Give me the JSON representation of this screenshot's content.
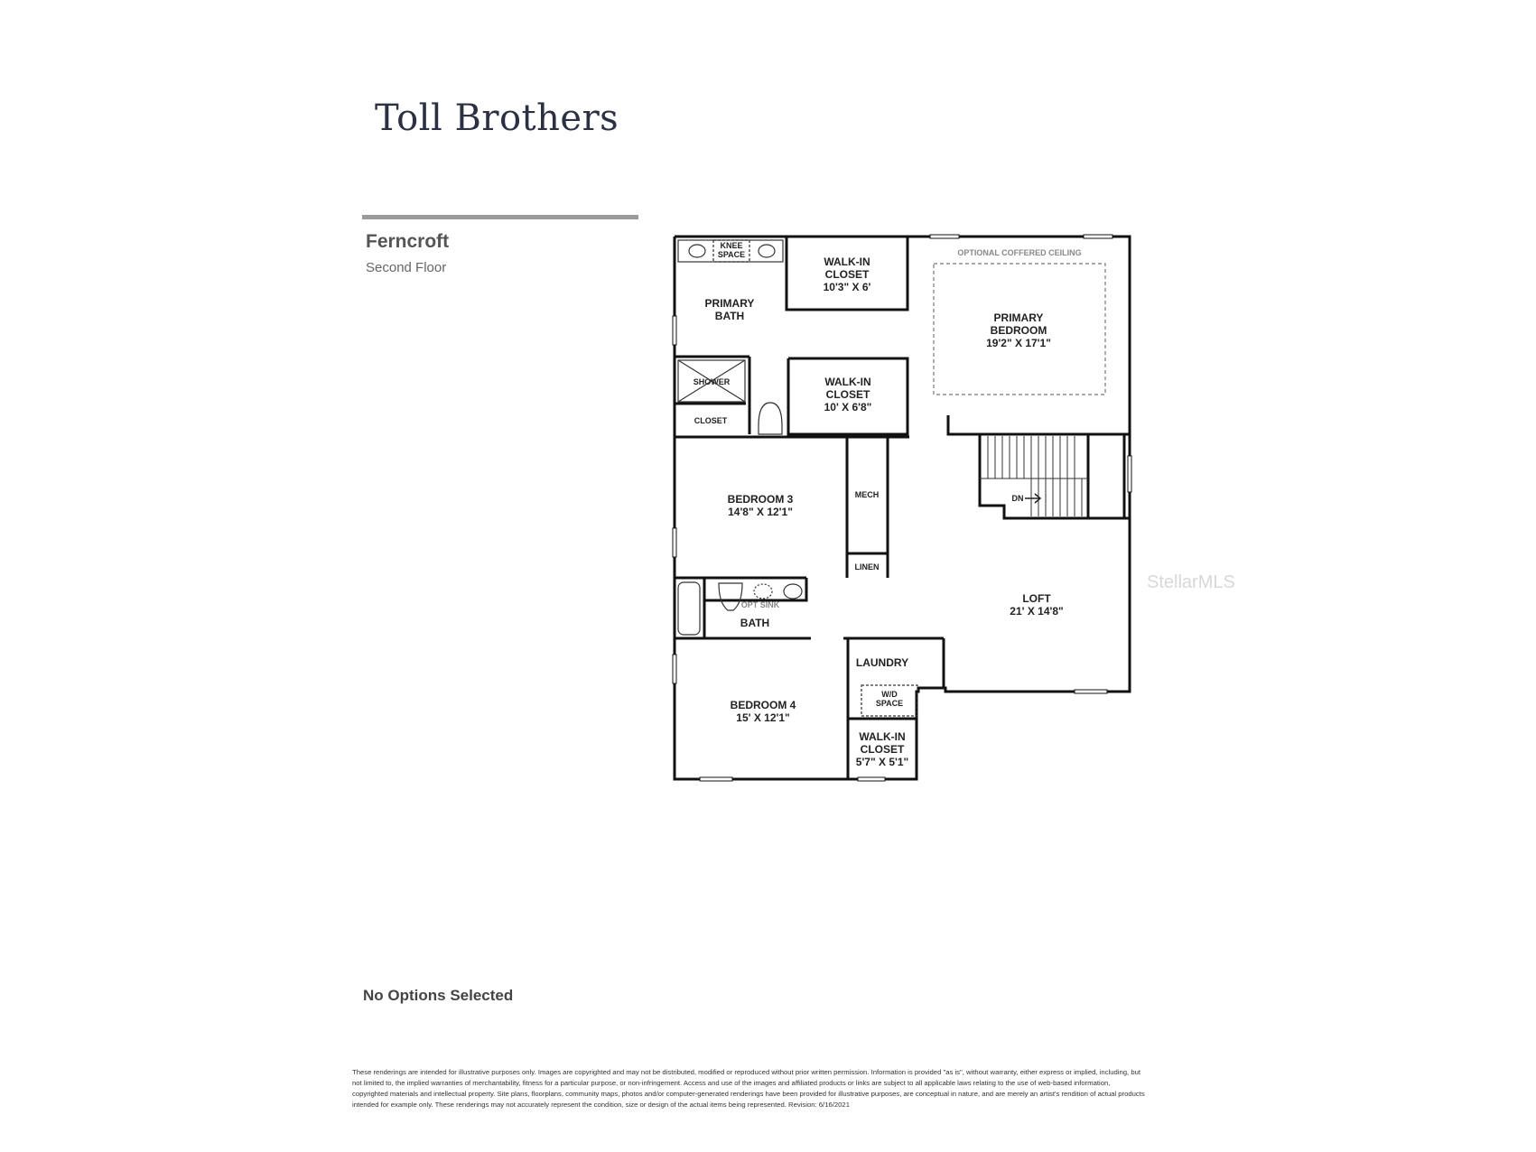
{
  "brand": {
    "name": "Toll Brothers"
  },
  "plan": {
    "name": "Ferncroft",
    "floor": "Second Floor"
  },
  "rooms": {
    "walk_in_closet_1": {
      "name": "WALK-IN\nCLOSET",
      "size": "10'3\" X 6'"
    },
    "primary_bath": {
      "name": "PRIMARY\nBATH"
    },
    "knee_space": {
      "name": "KNEE\nSPACE"
    },
    "primary_bedroom": {
      "name": "PRIMARY\nBEDROOM",
      "size": "19'2\" X 17'1\""
    },
    "optional_ceiling": {
      "name": "OPTIONAL COFFERED CEILING"
    },
    "shower": {
      "name": "SHOWER"
    },
    "walk_in_closet_2": {
      "name": "WALK-IN\nCLOSET",
      "size": "10' X 6'8\""
    },
    "closet": {
      "name": "CLOSET"
    },
    "bedroom_3": {
      "name": "BEDROOM 3",
      "size": "14'8\" X 12'1\""
    },
    "mech": {
      "name": "MECH"
    },
    "dn": {
      "name": "DN"
    },
    "linen": {
      "name": "LINEN"
    },
    "opt_sink": {
      "name": "OPT SINK"
    },
    "bath": {
      "name": "BATH"
    },
    "loft": {
      "name": "LOFT",
      "size": "21' X 14'8\""
    },
    "laundry": {
      "name": "LAUNDRY"
    },
    "wd_space": {
      "name": "W/D\nSPACE"
    },
    "bedroom_4": {
      "name": "BEDROOM 4",
      "size": "15' X 12'1\""
    },
    "walk_in_closet_3": {
      "name": "WALK-IN\nCLOSET",
      "size": "5'7\" X 5'1\""
    }
  },
  "watermark": "StellarMLS",
  "options_status": "No Options Selected",
  "disclaimer": "These renderings are intended for illustrative purposes only. Images are copyrighted and may not be distributed, modified or reproduced without prior written permission. Information is provided \"as is\", without warranty, either express or implied, including, but not limited to, the implied warranties of merchantability, fitness for a particular purpose, or non-infringement. Access and use of the images and affiliated products or links are subject to all applicable laws relating to the use of web-based information, copyrighted materials and intellectual property. Site plans, floorplans, community maps, photos and/or computer-generated renderings have been provided for illustrative purposes, are conceptual in nature, and are merely an artist's rendition of actual products intended for example only. These renderings may not accurately represent the condition, size or design of the actual items being represented. Revision: 6/16/2021"
}
